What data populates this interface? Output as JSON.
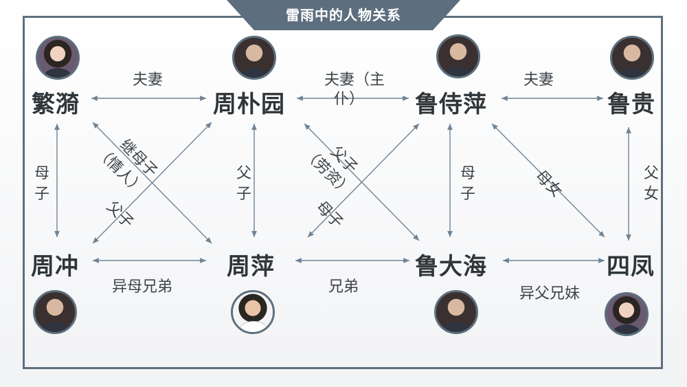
{
  "title": "雷雨中的人物关系",
  "people": {
    "fanyi": "繁漪",
    "zhoupuyuan": "周朴园",
    "lushiping": "鲁侍萍",
    "lugui": "鲁贵",
    "zhouchong": "周冲",
    "zhouping": "周萍",
    "ludahai": "鲁大海",
    "sifeng": "四凤"
  },
  "relations": {
    "fanyi_zhou": "夫妻",
    "zhou_lushiping_1": "夫妻（主",
    "zhou_lushiping_2": "仆）",
    "lushiping_lugui": "夫妻",
    "fanyi_zhouchong": "母子",
    "fanyi_zhouping_1": "继母子",
    "fanyi_zhouping_2": "（情人）",
    "zhou_zhouchong": "父子",
    "zhou_zhouping": "父子",
    "zhou_ludahai_1": "父子",
    "zhou_ludahai_2": "（劳资）",
    "lushiping_zhouping": "母子",
    "lushiping_ludahai": "母子",
    "lushiping_sifeng": "母女",
    "lugui_sifeng": "父女",
    "zhouchong_zhouping": "异母兄弟",
    "zhouping_ludahai": "兄弟",
    "ludahai_sifeng": "异父兄妹"
  },
  "colors": {
    "accent": "#5d6f7e",
    "text": "#2f3538",
    "line": "#6f8394"
  }
}
